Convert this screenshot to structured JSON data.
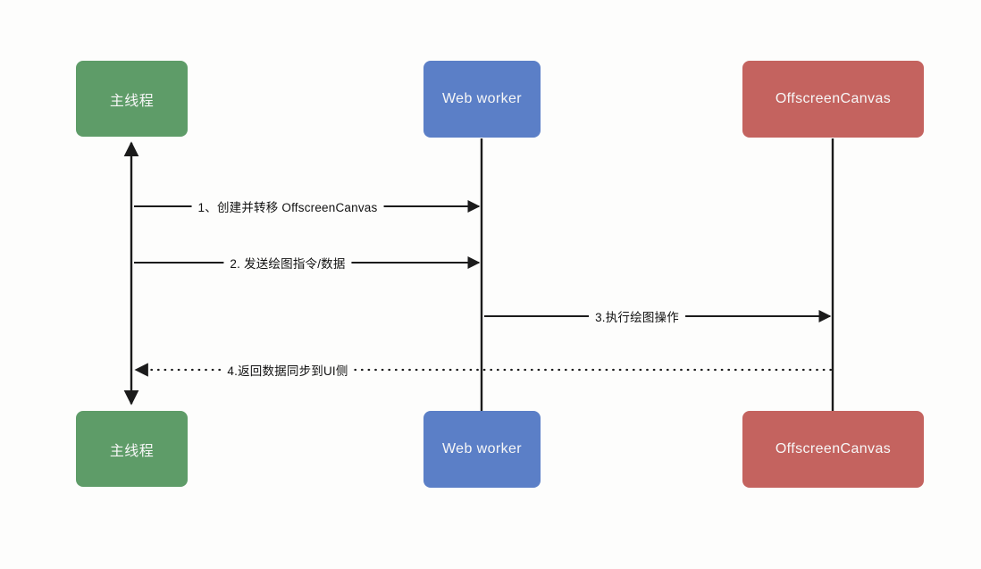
{
  "diagram": {
    "type": "sequence-diagram",
    "background_color": "#fdfdfc",
    "line_color": "#1b1b1b",
    "participants": [
      {
        "id": "main-thread",
        "label": "主线程",
        "color": "#5e9c68"
      },
      {
        "id": "web-worker",
        "label": "Web worker",
        "color": "#5b7fc7"
      },
      {
        "id": "offscreen-canvas",
        "label": "OffscreenCanvas",
        "color": "#c4635f"
      }
    ],
    "footers": [
      {
        "id": "main-thread",
        "label": "主线程",
        "color": "#5e9c68"
      },
      {
        "id": "web-worker",
        "label": "Web worker",
        "color": "#5b7fc7"
      },
      {
        "id": "offscreen-canvas",
        "label": "OffscreenCanvas",
        "color": "#c4635f"
      }
    ],
    "messages": [
      {
        "id": "msg-1",
        "label": "1、创建并转移 OffscreenCanvas",
        "from": "main-thread",
        "to": "web-worker",
        "style": "solid",
        "direction": "right"
      },
      {
        "id": "msg-2",
        "label": "2. 发送绘图指令/数据",
        "from": "main-thread",
        "to": "web-worker",
        "style": "solid",
        "direction": "right"
      },
      {
        "id": "msg-3",
        "label": "3.执行绘图操作",
        "from": "web-worker",
        "to": "offscreen-canvas",
        "style": "solid",
        "direction": "right"
      },
      {
        "id": "msg-4",
        "label": "4.返回数据同步到UI侧",
        "from": "offscreen-canvas",
        "to": "main-thread",
        "style": "dotted",
        "direction": "left"
      }
    ]
  }
}
